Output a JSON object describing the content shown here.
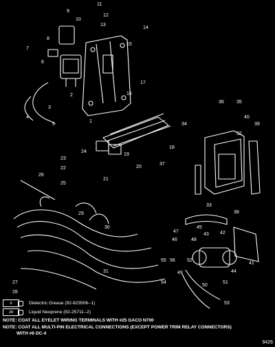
{
  "callouts": [
    "1",
    "2",
    "3",
    "4",
    "5",
    "6",
    "7",
    "8",
    "9",
    "10",
    "11",
    "12",
    "13",
    "14",
    "15",
    "16",
    "17",
    "18",
    "19",
    "20",
    "21",
    "22",
    "23",
    "24",
    "25",
    "26",
    "27",
    "28",
    "29",
    "30",
    "31",
    "32",
    "33",
    "34",
    "35",
    "36",
    "37",
    "38",
    "39",
    "40",
    "41",
    "42",
    "43",
    "44",
    "45",
    "46",
    "47",
    "48",
    "49",
    "50",
    "51",
    "52",
    "53",
    "54",
    "55",
    "56"
  ],
  "legend": [
    {
      "badge": "6",
      "text": "Dielectric Grease (92-823506--1)"
    },
    {
      "badge": "28",
      "text": "Liquid Neoprene (92-25711--2)"
    }
  ],
  "notes": [
    "NOTE: COAT ALL EYELET WIRING TERMINALS WITH #25 GACO N700",
    "NOTE: COAT ALL MULTI-PIN ELECTRICAL CONNECTIONS (EXCEPT POWER TRIM RELAY CONNECTORS)",
    "WITH #6 DC-4"
  ],
  "figure_number": "9426"
}
